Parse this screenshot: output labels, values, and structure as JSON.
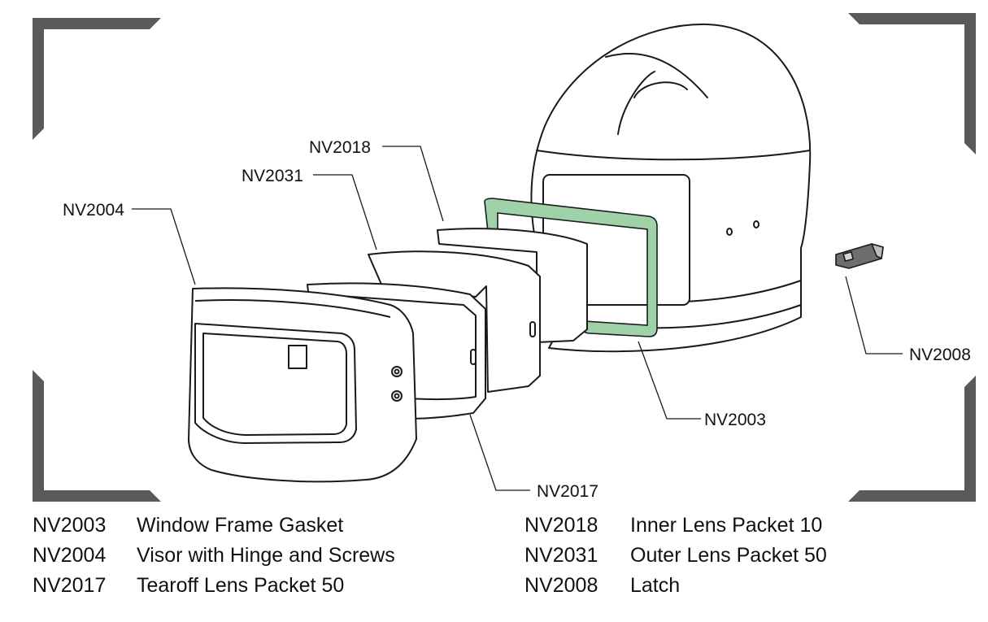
{
  "callouts": {
    "nv2018": "NV2018",
    "nv2031": "NV2031",
    "nv2004": "NV2004",
    "nv2008": "NV2008",
    "nv2003": "NV2003",
    "nv2017": "NV2017"
  },
  "parts_left": [
    {
      "code": "NV2003",
      "description": "Window Frame Gasket"
    },
    {
      "code": "NV2004",
      "description": "Visor with Hinge and Screws"
    },
    {
      "code": "NV2017",
      "description": "Tearoff Lens Packet 50"
    }
  ],
  "parts_right": [
    {
      "code": "NV2018",
      "description": "Inner Lens Packet 10"
    },
    {
      "code": "NV2031",
      "description": "Outer Lens Packet 50"
    },
    {
      "code": "NV2008",
      "description": "Latch"
    }
  ],
  "colors": {
    "corner_brackets": "#5a5a5a",
    "gasket": "#9fd2a8",
    "outline": "#1a1a1a"
  }
}
